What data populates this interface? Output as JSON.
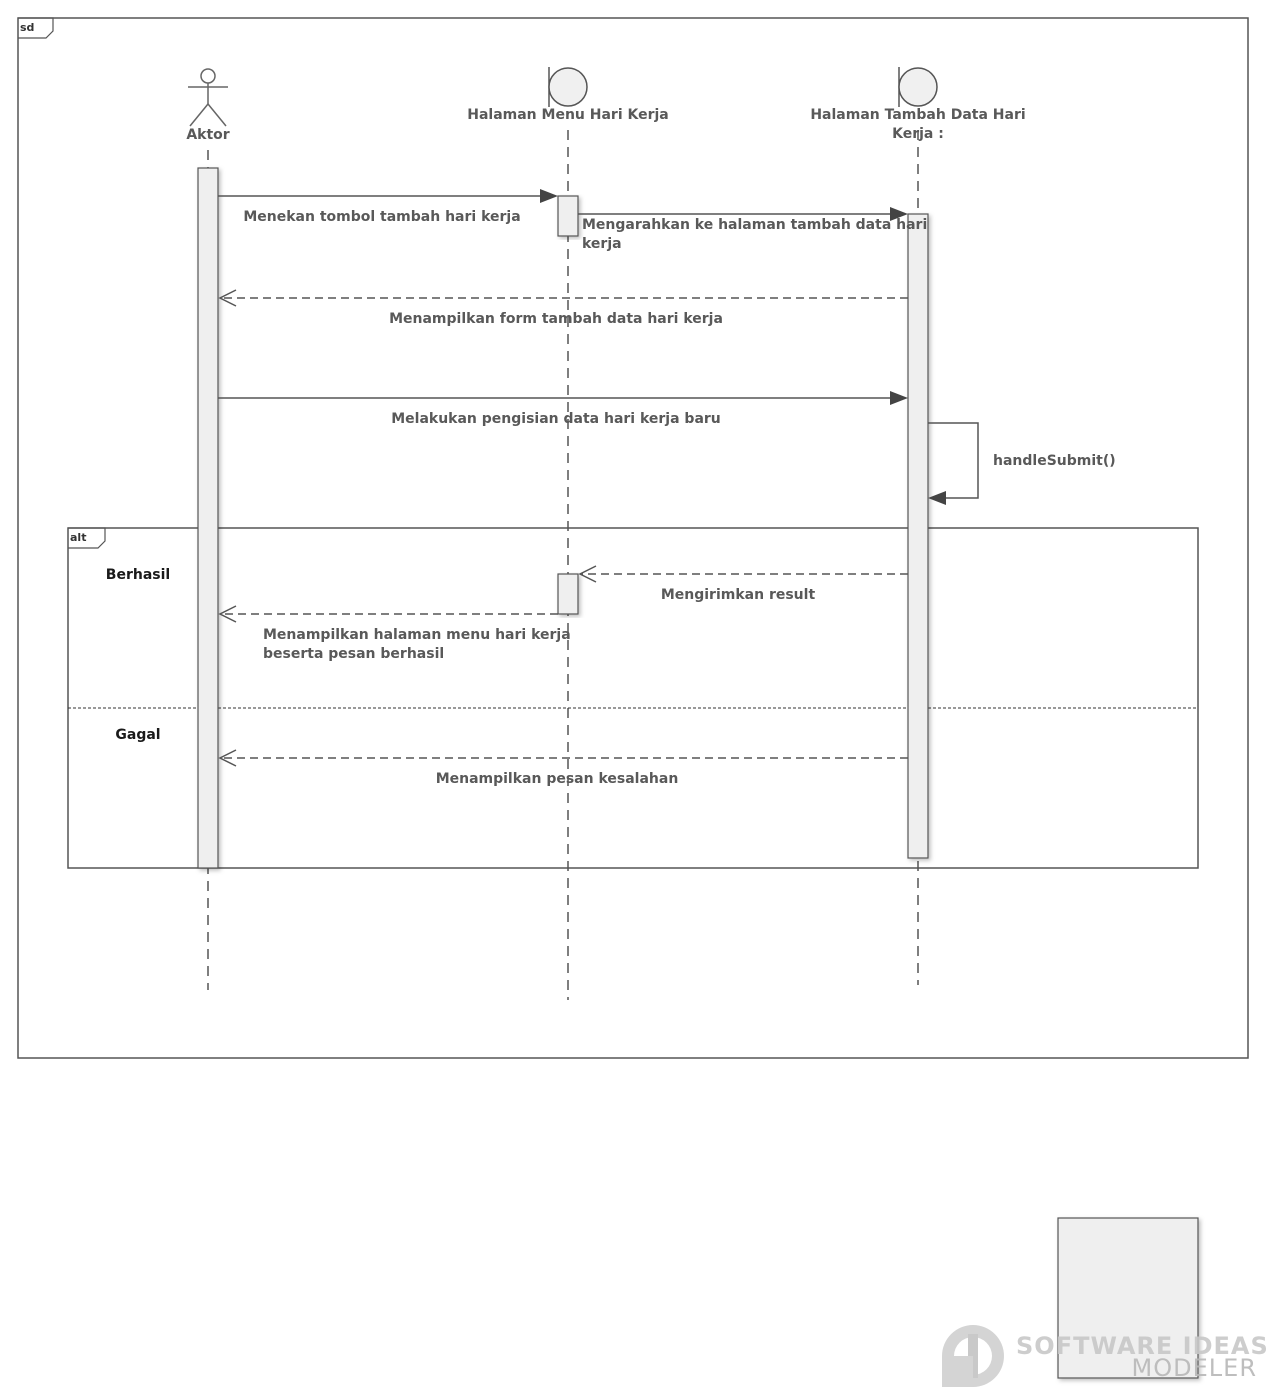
{
  "frame": {
    "tag": "sd"
  },
  "participants": {
    "actor": {
      "name": "Aktor"
    },
    "menu_page": {
      "name": "Halaman Menu Hari Kerja"
    },
    "add_page": {
      "name_line1": "Halaman Tambah Data Hari",
      "name_line2": "Kerja :"
    }
  },
  "messages": {
    "m1": "Menekan tombol tambah hari kerja",
    "m2_line1": "Mengarahkan ke halaman tambah data hari",
    "m2_line2": "kerja",
    "m3": "Menampilkan form tambah data hari kerja",
    "m4": "Melakukan pengisian data hari kerja baru",
    "m5": "handleSubmit()",
    "m6": "Mengirimkan result",
    "m7_line1": "Menampilkan halaman menu hari kerja",
    "m7_line2": "beserta pesan berhasil",
    "m8": "Menampilkan pesan kesalahan"
  },
  "alt_fragment": {
    "tag": "alt",
    "guard_success": "Berhasil",
    "guard_fail": "Gagal"
  },
  "watermark": {
    "line1": "SOFTWARE IDEAS",
    "line2": "MODELER"
  }
}
